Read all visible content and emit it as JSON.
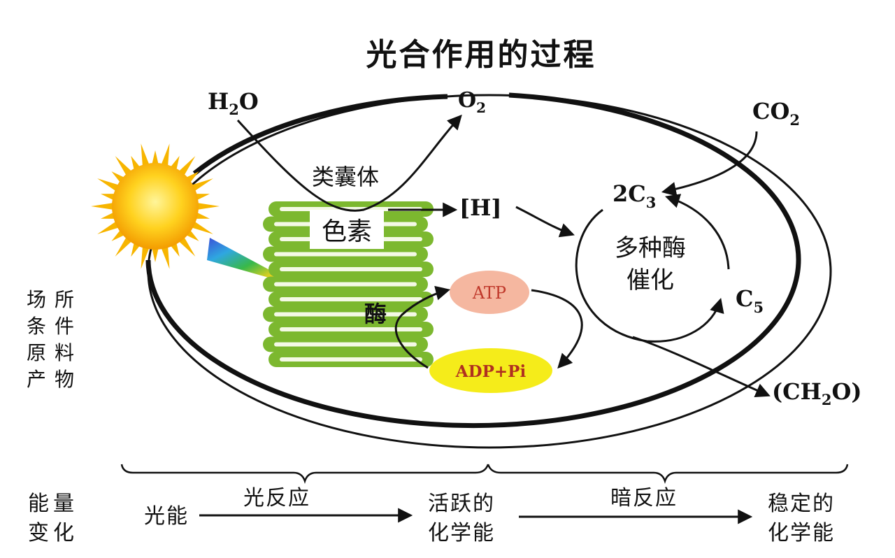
{
  "title": "光合作用的过程",
  "labels": {
    "h2o": "H2O",
    "o2": "O2",
    "co2": "CO2",
    "thylakoid": "类囊体",
    "pigment": "色素",
    "h": "[H]",
    "c3": "2C3",
    "enzymes_line1": "多种酶",
    "enzymes_line2": "催化",
    "c5": "C5",
    "atp": "ATP",
    "adp": "ADP+Pi",
    "enzyme": "酶",
    "ch2o": "(CH2O)"
  },
  "side_legend": {
    "col1": [
      "场",
      "条",
      "原",
      "产"
    ],
    "col2": [
      "所",
      "件",
      "料",
      "物"
    ],
    "energy": [
      "能量",
      "变化"
    ]
  },
  "bottom": {
    "light_energy": "光能",
    "light_reaction": "光反应",
    "active_chem_1": "活跃的",
    "active_chem_2": "化学能",
    "dark_reaction": "暗反应",
    "stable_chem_1": "稳定的",
    "stable_chem_2": "化学能"
  },
  "colors": {
    "sun": "#f7b500",
    "thylakoid_green": "#7cb82f",
    "atp_fill": "#f5b7a0",
    "adp_fill": "#f5ec1a",
    "atp_text": "#c0392b"
  }
}
